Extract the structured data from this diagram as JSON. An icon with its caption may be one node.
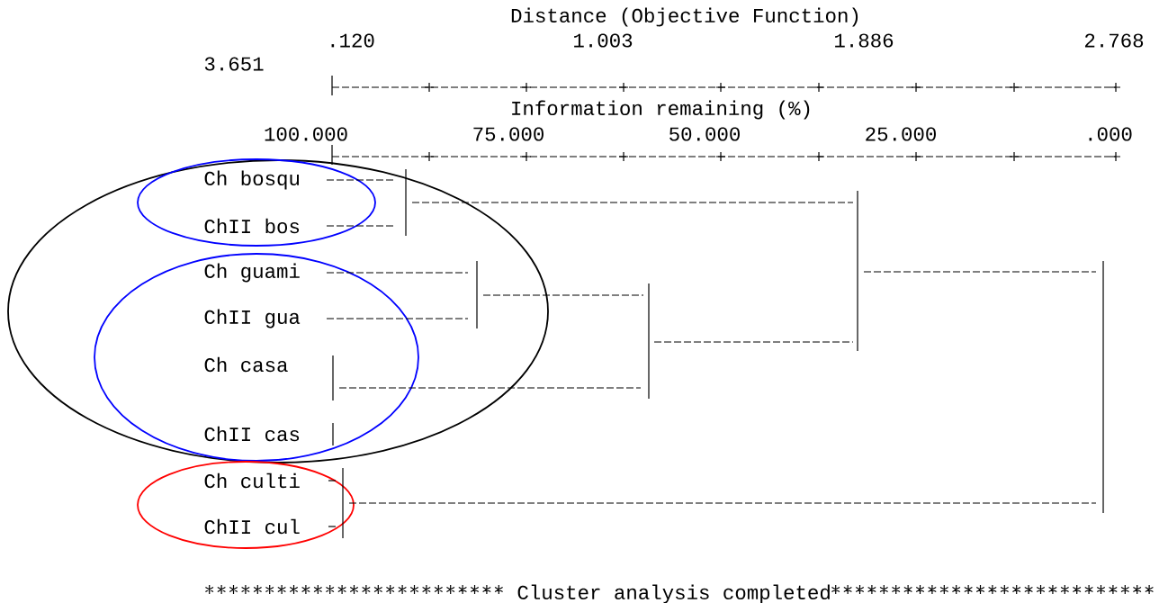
{
  "diagram": {
    "nodes": [
      {
        "text": [],
        "shape": "ellipse"
      },
      {
        "text": [
          "Ch bosqu",
          "ChII bos"
        ],
        "in": 0
      },
      {
        "text": [
          "Ch guami",
          "ChII gua",
          "Ch casa",
          "ChII cas"
        ],
        "in": 0
      },
      {
        "text": [
          "Ch culti",
          "ChII cul"
        ]
      }
    ],
    "edges": [],
    "labels": [
      "Distance (Objective Function)",
      ".120",
      "1.003",
      "1.886",
      "2.768",
      "3.651",
      "Information remaining (%)",
      "100.000",
      "75.000",
      "50.000",
      "25.000",
      ".000",
      "Cluster analysis completed"
    ]
  }
}
